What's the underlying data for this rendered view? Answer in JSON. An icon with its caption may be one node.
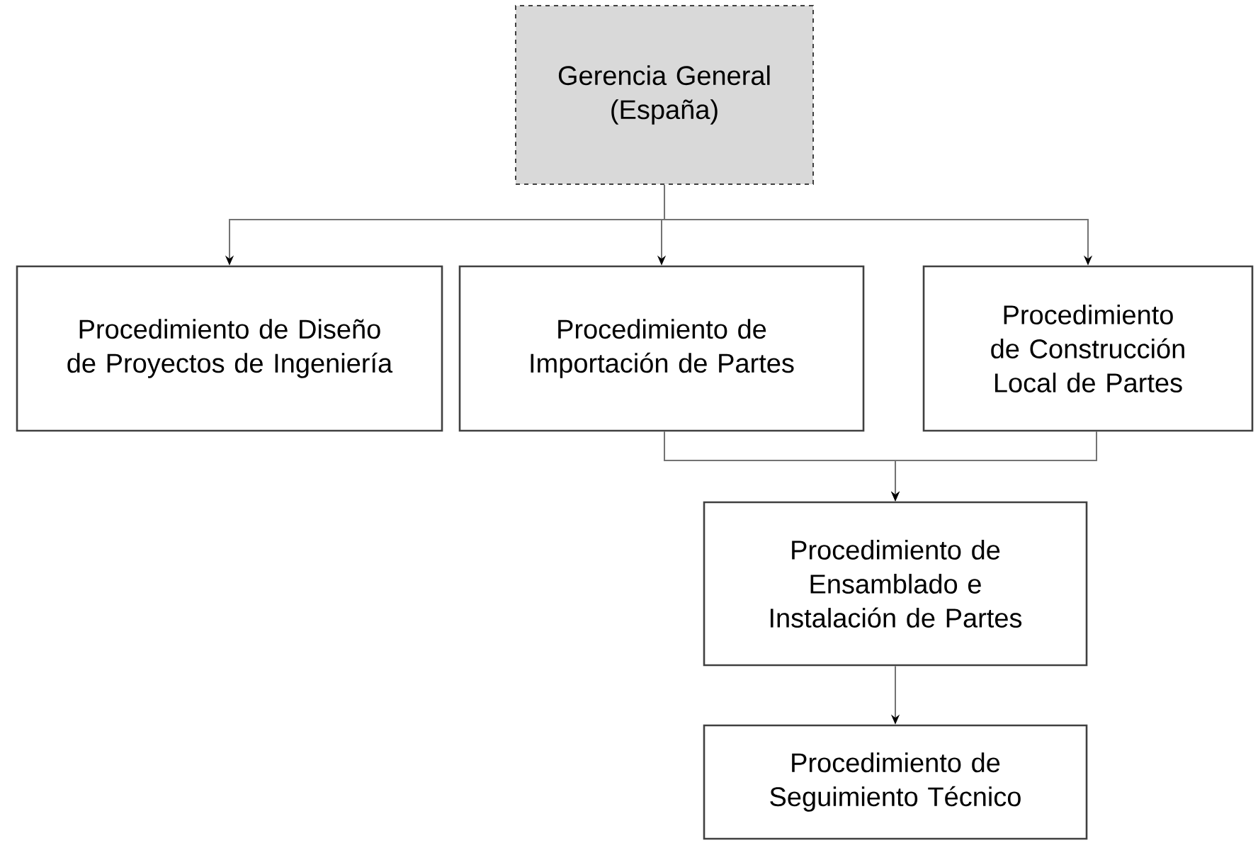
{
  "diagram": {
    "nodes": [
      {
        "text": [
          "Gerencia General (España)"
        ]
      },
      {
        "text": [
          "Procedimiento de Diseño de Proyectos de Ingeniería"
        ]
      },
      {
        "text": [
          "Procedimiento de Importación de Partes"
        ]
      },
      {
        "text": [
          "Procedimiento de Construcción Local de Partes"
        ]
      },
      {
        "text": [
          "Procedimiento de Ensamblado e Instalación de Partes"
        ]
      },
      {
        "text": [
          "Procedimiento de Seguimiento Técnico"
        ]
      }
    ],
    "edges": [
      {
        "from": 0,
        "to": 1,
        "arrow": "to"
      },
      {
        "from": 0,
        "to": 2,
        "arrow": "to"
      },
      {
        "from": 0,
        "to": 3,
        "arrow": "to"
      },
      {
        "from": 2,
        "to": 4,
        "arrow": "to"
      },
      {
        "from": 3,
        "to": 4,
        "arrow": "to"
      },
      {
        "from": 4,
        "to": 5,
        "arrow": "to"
      }
    ]
  }
}
